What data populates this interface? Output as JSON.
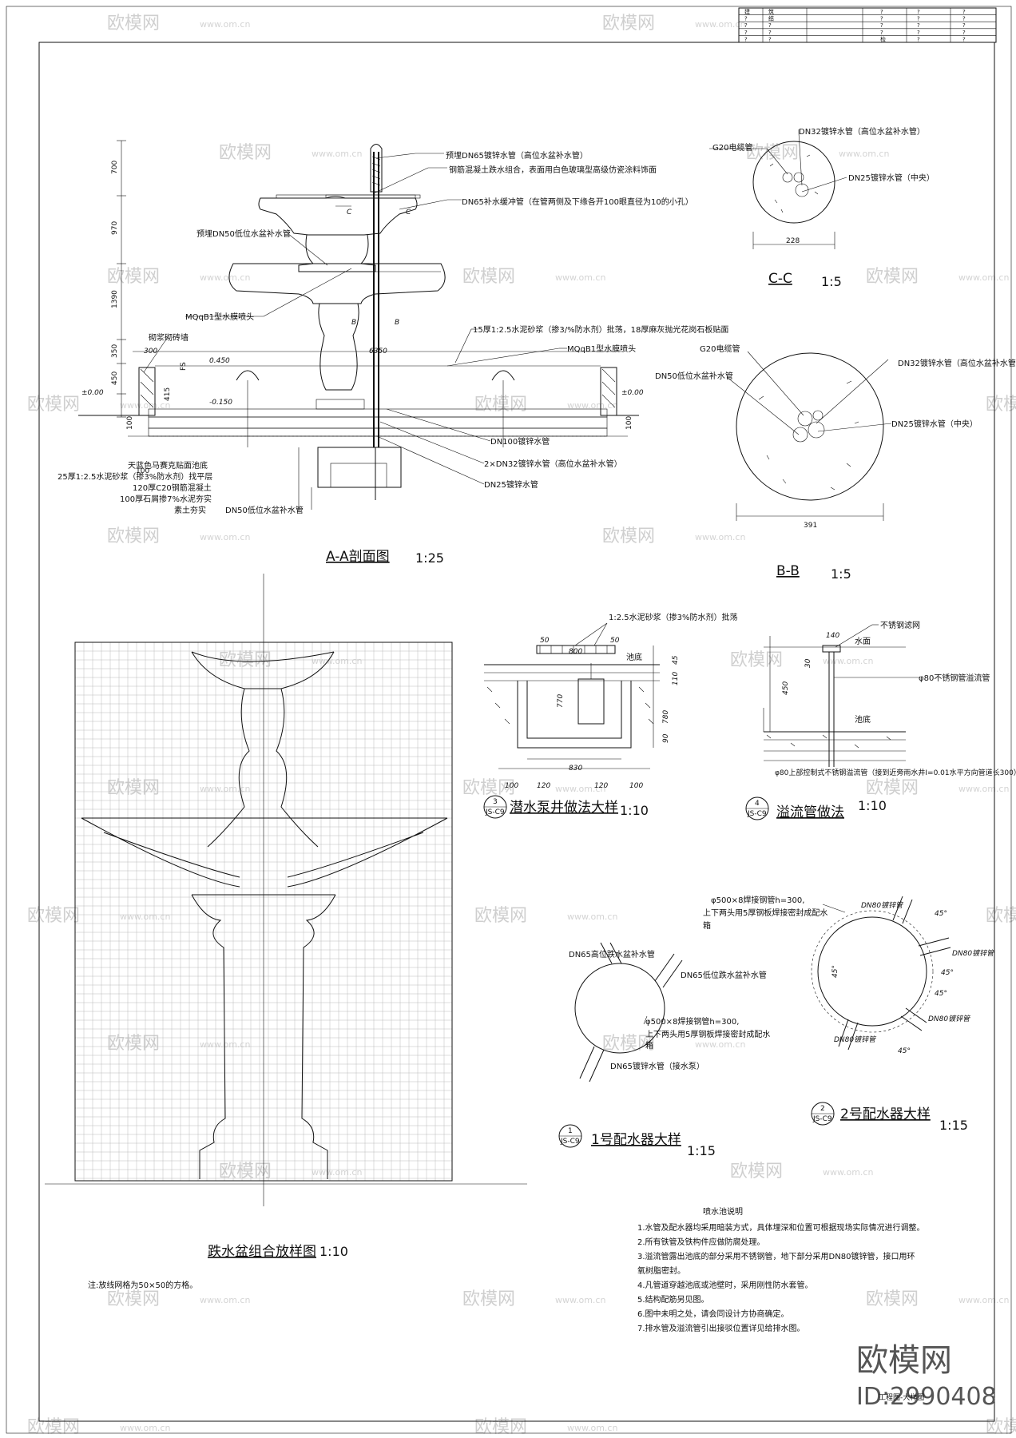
{
  "title_block": {
    "rows": [
      [
        "建",
        "筑",
        "",
        "?",
        "?",
        "?"
      ],
      [
        "?",
        "结",
        "",
        "?",
        "?",
        "?"
      ],
      [
        "?",
        "?",
        "",
        "?",
        "?",
        "?"
      ],
      [
        "?",
        "?",
        "",
        "?",
        "?",
        "?"
      ],
      [
        "?",
        "?",
        "",
        "检",
        "?",
        "?"
      ]
    ]
  },
  "section_aa": {
    "title": "A-A剖面图",
    "scale": "1:25",
    "dims_left": [
      "700",
      "970",
      "1390",
      "350",
      "450"
    ],
    "dims_bottom": [
      "100",
      "100",
      "100"
    ],
    "levels": [
      "0.450",
      "-0.150",
      "±0.00",
      "±0.00"
    ],
    "dim_width": "6350",
    "dim_wall": "300",
    "dim_415": "415",
    "dim_fs": "FS",
    "sec_marks": [
      "C",
      "C",
      "B",
      "B"
    ],
    "labels": [
      "预埋DN65镀锌水管（高位水盆补水管）",
      "钢筋混凝土跌水组合，表面用白色玻璃型高级仿瓷涂料饰面",
      "DN65补水缓冲管（在管两侧及下缘各开100眼直径为10的小孔）",
      "预埋DN50低位水盆补水管",
      "MQqB1型水膜喷头",
      "砌浆砌砖墙",
      "15厚1:2.5水泥砂浆（掺3/%防水剂）批荡，18厚麻灰抛光花岗石板贴面",
      "MQqB1型水膜喷头",
      "DN100镀锌水管",
      "2×DN32镀锌水管（高位水盆补水管）",
      "DN25镀锌水管",
      "DN50低位水盆补水管",
      "天蓝色马赛克贴面池底",
      "25厚1:2.5水泥砂浆（掺3%防水剂）找平层",
      "120厚C20钢筋混凝土",
      "100厚石屑掺7%水泥夯实",
      "素土夯实"
    ]
  },
  "section_cc": {
    "title": "C-C",
    "scale": "1:5",
    "dim": "228",
    "labels": [
      "G20电缆管",
      "DN32镀锌水管（高位水盆补水管）",
      "DN25镀锌水管（中央）"
    ]
  },
  "section_bb": {
    "title": "B-B",
    "scale": "1:5",
    "dim": "391",
    "labels": [
      "G20电缆管",
      "DN32镀锌水管（高位水盆补水管）",
      "DN50低位水盆补水管",
      "DN25镀锌水管（中央）"
    ]
  },
  "grid_detail": {
    "title": "跌水盆组合放样图",
    "scale": "1:10",
    "note": "注:放线网格为50×50的方格。"
  },
  "pump_pit": {
    "num": "3",
    "ref": "JS-C9",
    "title": "潜水泵井做法大样",
    "scale": "1:10",
    "label": "1:2.5水泥砂浆（掺3%防水剂）批荡",
    "pool_bottom": "池底",
    "dims": [
      "50",
      "800",
      "50",
      "45",
      "110",
      "770",
      "780",
      "90",
      "830",
      "100",
      "120",
      "120",
      "100"
    ]
  },
  "overflow": {
    "num": "4",
    "ref": "JS-C9",
    "title": "溢流管做法",
    "scale": "1:10",
    "labels": [
      "不锈钢滤网",
      "水面",
      "φ80不锈钢管溢流管",
      "池底",
      "φ80上部控制式不锈钢溢流管（接到近旁雨水井I=0.01水平方向管道长300）"
    ],
    "dims": [
      "140",
      "30",
      "450"
    ]
  },
  "dist1": {
    "num": "1",
    "ref": "JS-C9",
    "title": "1号配水器大样",
    "scale": "1:15",
    "labels": [
      "DN65高位跌水盆补水管",
      "DN65低位跌水盆补水管",
      "φ500×8焊接钢管h=300,",
      "上下两头用5厚钢板焊接密封成配水",
      "箱",
      "DN65镀锌水管（接水泵）"
    ]
  },
  "dist2": {
    "num": "2",
    "ref": "JS-C9",
    "title": "2号配水器大样",
    "scale": "1:15",
    "labels": [
      "φ500×8焊接钢管h=300,",
      "上下两头用5厚钢板焊接密封成配水",
      "箱",
      "DN80镀锌管",
      "DN80镀锌管",
      "DN80镀锌管",
      "DN80镀锌管"
    ],
    "angles": [
      "45°",
      "45°",
      "45°",
      "45°",
      "45°"
    ]
  },
  "notes": {
    "title": "喷水池说明",
    "lines": [
      "1.水管及配水器均采用暗装方式，具体埋深和位置可根据现场实际情况进行调整。",
      "2.所有铁管及铁构件应做防腐处理。",
      "3.溢流管露出池底的部分采用不锈钢管，地下部分采用DN80镀锌管，接口用环",
      "氧树脂密封。",
      "4.凡管道穿越池底或池壁时，采用刚性防水套管。",
      "5.结构配筋另见图。",
      "6.图中未明之处，请会同设计方协商确定。",
      "7.排水管及溢流管引出接驳位置详见给排水图。"
    ]
  },
  "watermark": {
    "brand": "欧模网",
    "url": "www.om.cn",
    "id": "ID:2990408",
    "footer": "工程图-大样图"
  }
}
